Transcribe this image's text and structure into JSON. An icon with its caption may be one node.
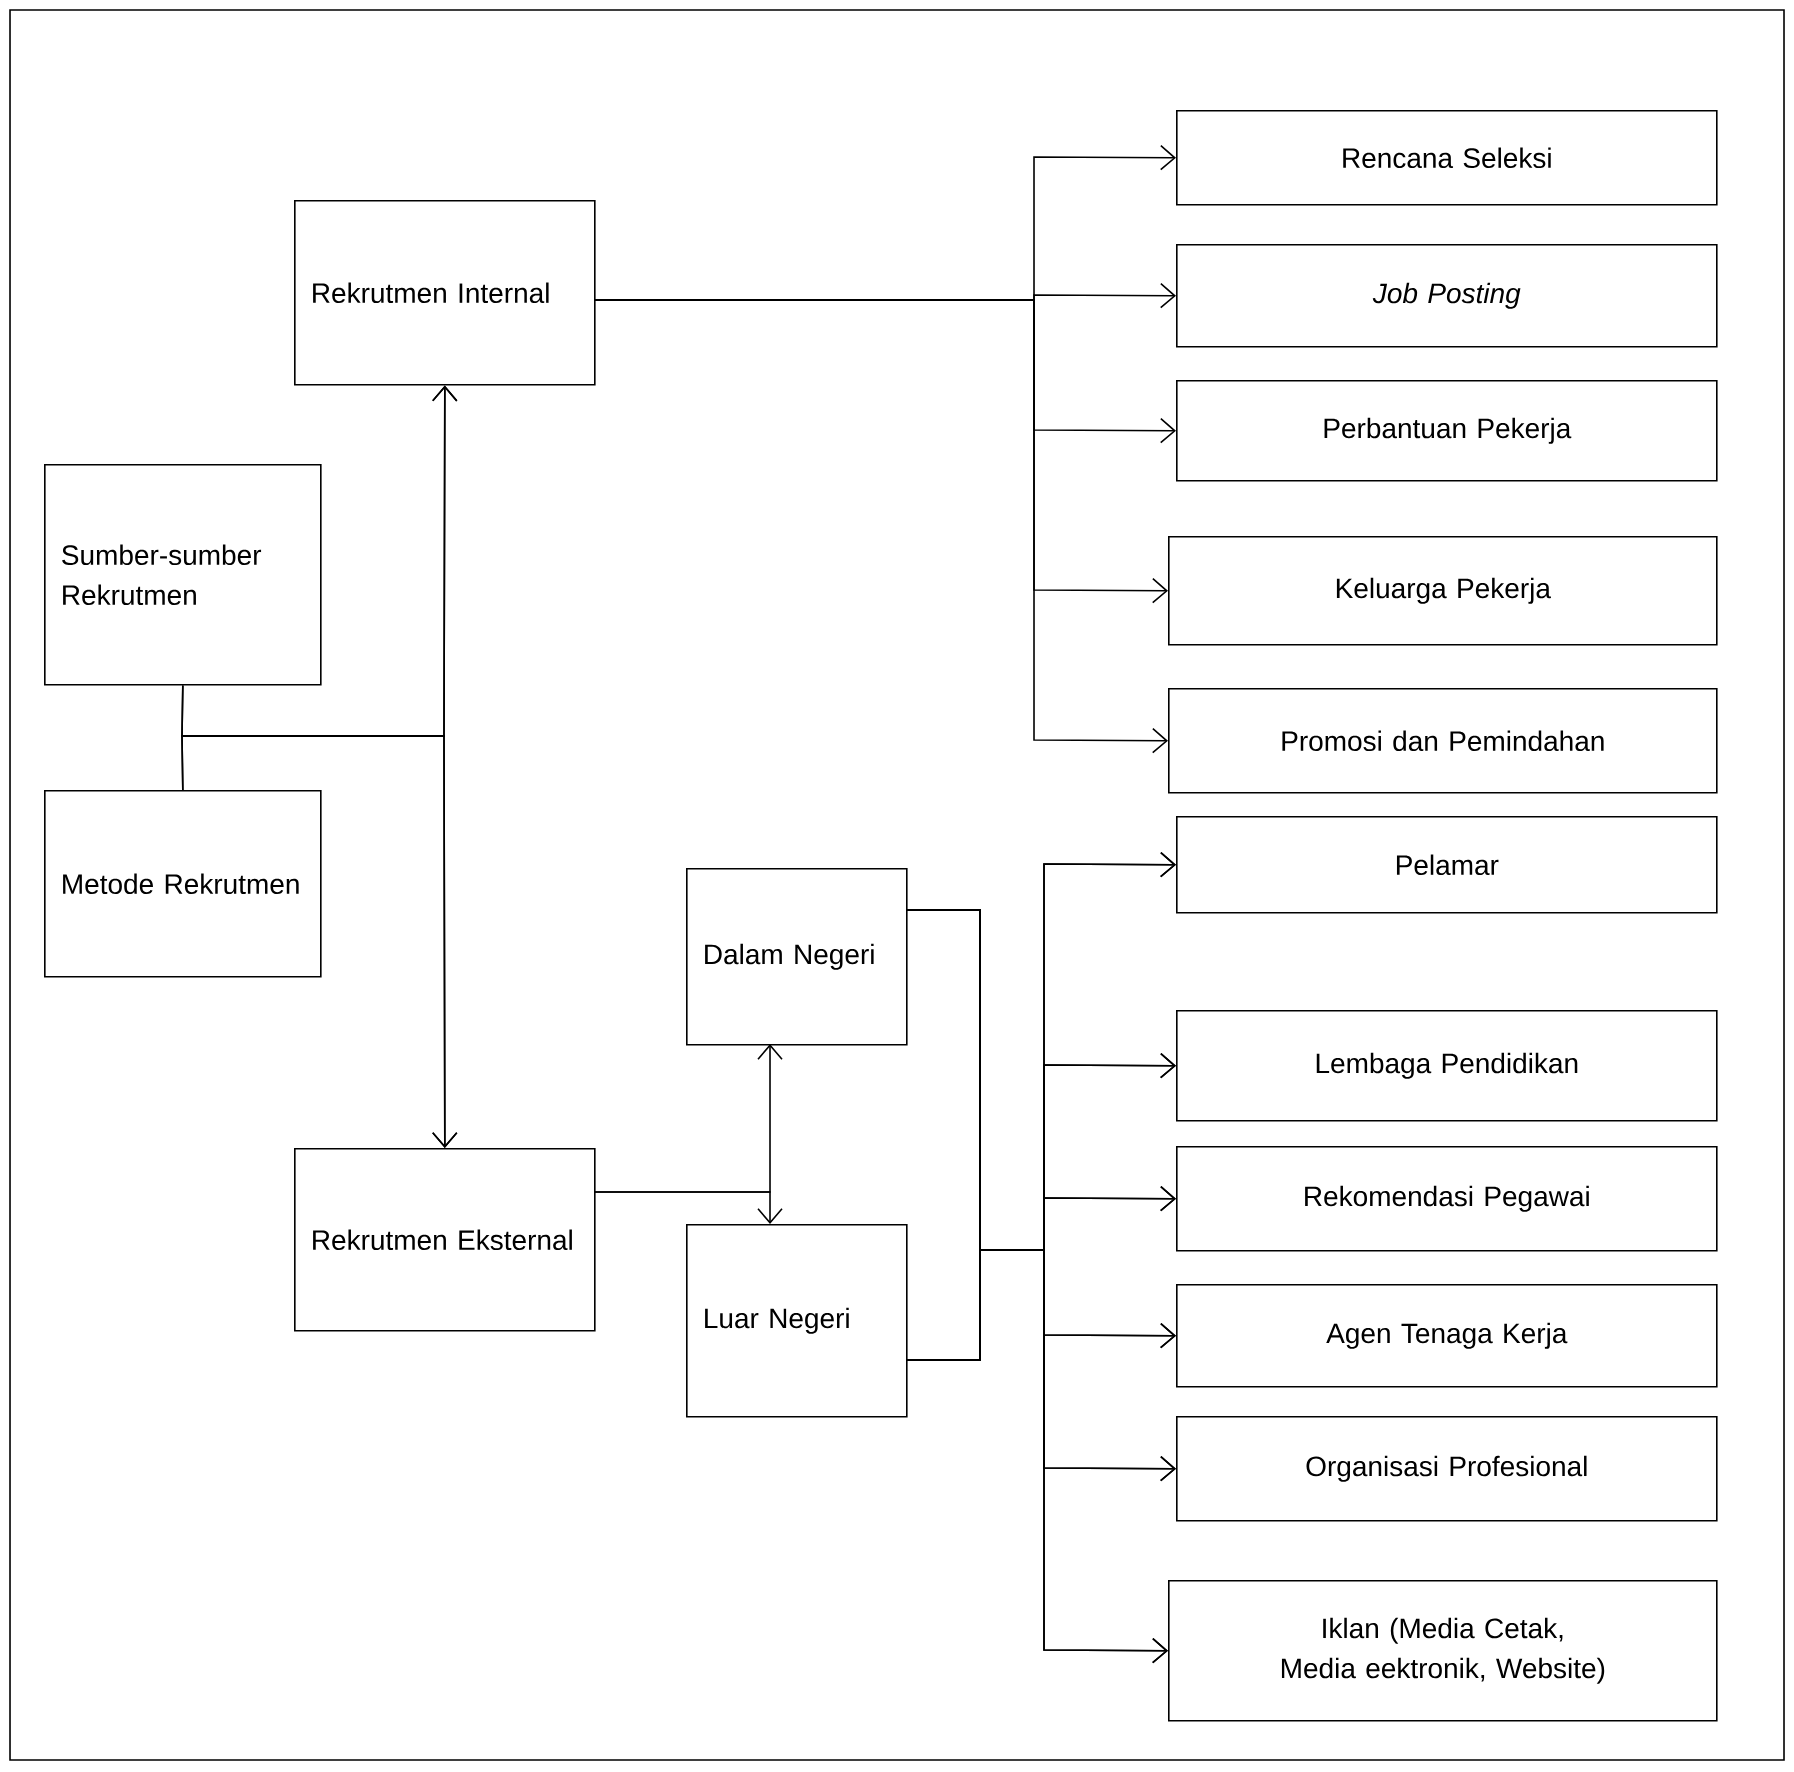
{
  "diagram": {
    "nodes": [
      {
        "text": [
          "Rekrutmen Internal"
        ]
      },
      {
        "text": [
          "Sumber-sumber Rekrutmen"
        ]
      },
      {
        "text": [
          "Metode Rekrutmen"
        ]
      },
      {
        "text": [
          "Rekrutmen Eksternal"
        ]
      },
      {
        "text": [
          "Dalam Negeri"
        ]
      },
      {
        "text": [
          "Luar Negeri"
        ]
      },
      {
        "text": [
          "Rencana Seleksi"
        ]
      },
      {
        "text": [
          "Job Posting"
        ]
      },
      {
        "text": [
          "Perbantuan Pekerja"
        ]
      },
      {
        "text": [
          "Keluarga Pekerja"
        ]
      },
      {
        "text": [
          "Promosi dan Pemindahan"
        ]
      },
      {
        "text": [
          "Pelamar"
        ]
      },
      {
        "text": [
          "Lembaga Pendidikan"
        ]
      },
      {
        "text": [
          "Rekomendasi Pegawai"
        ]
      },
      {
        "text": [
          "Agen Tenaga Kerja"
        ]
      },
      {
        "text": [
          "Organisasi Profesional"
        ]
      },
      {
        "text": [
          "Iklan (Media Cetak, Media eektronik, Website)"
        ]
      }
    ],
    "edges": [
      {
        "from": 1,
        "to": 0,
        "arrow": "to"
      },
      {
        "from": 1,
        "to": 3,
        "arrow": "to"
      },
      {
        "from": 2,
        "to": 0,
        "arrow": "to"
      },
      {
        "from": 2,
        "to": 3,
        "arrow": "to"
      },
      {
        "from": 0,
        "to": 6,
        "arrow": "to"
      },
      {
        "from": 0,
        "to": 7,
        "arrow": "to"
      },
      {
        "from": 0,
        "to": 8,
        "arrow": "to"
      },
      {
        "from": 0,
        "to": 9,
        "arrow": "to"
      },
      {
        "from": 0,
        "to": 10,
        "arrow": "to"
      },
      {
        "from": 3,
        "to": 4,
        "arrow": "to"
      },
      {
        "from": 3,
        "to": 5,
        "arrow": "to"
      },
      {
        "from": 4,
        "to": 11,
        "arrow": "to"
      },
      {
        "from": 4,
        "to": 12,
        "arrow": "to"
      },
      {
        "from": 4,
        "to": 13,
        "arrow": "to"
      },
      {
        "from": 4,
        "to": 14,
        "arrow": "to"
      },
      {
        "from": 4,
        "to": 15,
        "arrow": "to"
      },
      {
        "from": 4,
        "to": 16,
        "arrow": "to"
      },
      {
        "from": 5,
        "to": 11,
        "arrow": "to"
      },
      {
        "from": 5,
        "to": 12,
        "arrow": "to"
      },
      {
        "from": 5,
        "to": 13,
        "arrow": "to"
      },
      {
        "from": 5,
        "to": 14,
        "arrow": "to"
      },
      {
        "from": 5,
        "to": 15,
        "arrow": "to"
      },
      {
        "from": 5,
        "to": 16,
        "arrow": "to"
      }
    ]
  }
}
